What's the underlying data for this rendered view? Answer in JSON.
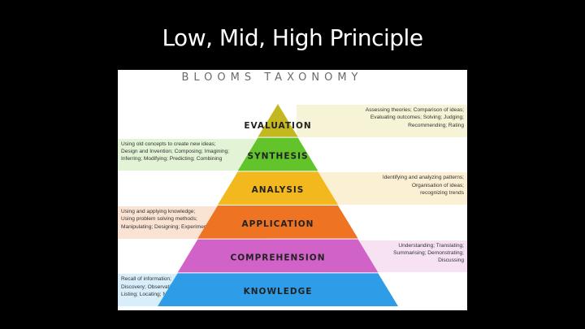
{
  "slide": {
    "title": "Low, Mid, High Principle"
  },
  "diagram": {
    "title": "BLOOMS TAXONOMY",
    "levels": [
      {
        "name": "EVALUATION",
        "color": "#c4b820",
        "band_color": "#f7f3d6",
        "side": "right",
        "description": [
          "Assessing theories; Comparison of ideas;",
          "Evaluating outcomes; Solving; Judging;",
          "Recommending; Rating"
        ]
      },
      {
        "name": "SYNTHESIS",
        "color": "#62c32a",
        "band_color": "#e3f3d6",
        "side": "left",
        "description": [
          "Using old concepts to create new ideas;",
          "Design and Invention; Composing; Imagining;",
          "Inferring; Modifying; Predicting; Combining"
        ]
      },
      {
        "name": "ANALYSIS",
        "color": "#f2b81d",
        "band_color": "#fbf0d4",
        "side": "right",
        "description": [
          "Identifying and analyzing patterns;",
          "Organisation of ideas;",
          "recognizing trends"
        ]
      },
      {
        "name": "APPLICATION",
        "color": "#ee7424",
        "band_color": "#fbe3d3",
        "side": "left",
        "description": [
          "Using and applying knowledge;",
          "Using problem solving methods;",
          "Manipulating; Designing; Experimenting"
        ]
      },
      {
        "name": "COMPREHENSION",
        "color": "#d062c8",
        "band_color": "#f6e2f3",
        "side": "right",
        "description": [
          "Understanding; Translating;",
          "Summarising; Demonstrating;",
          "Discussing"
        ]
      },
      {
        "name": "KNOWLEDGE",
        "color": "#2e9ce6",
        "band_color": "#d8eefb",
        "side": "left",
        "description": [
          "Recall of information;",
          "Discovery; Observation;",
          "Listing; Locating; Naming"
        ]
      }
    ]
  }
}
